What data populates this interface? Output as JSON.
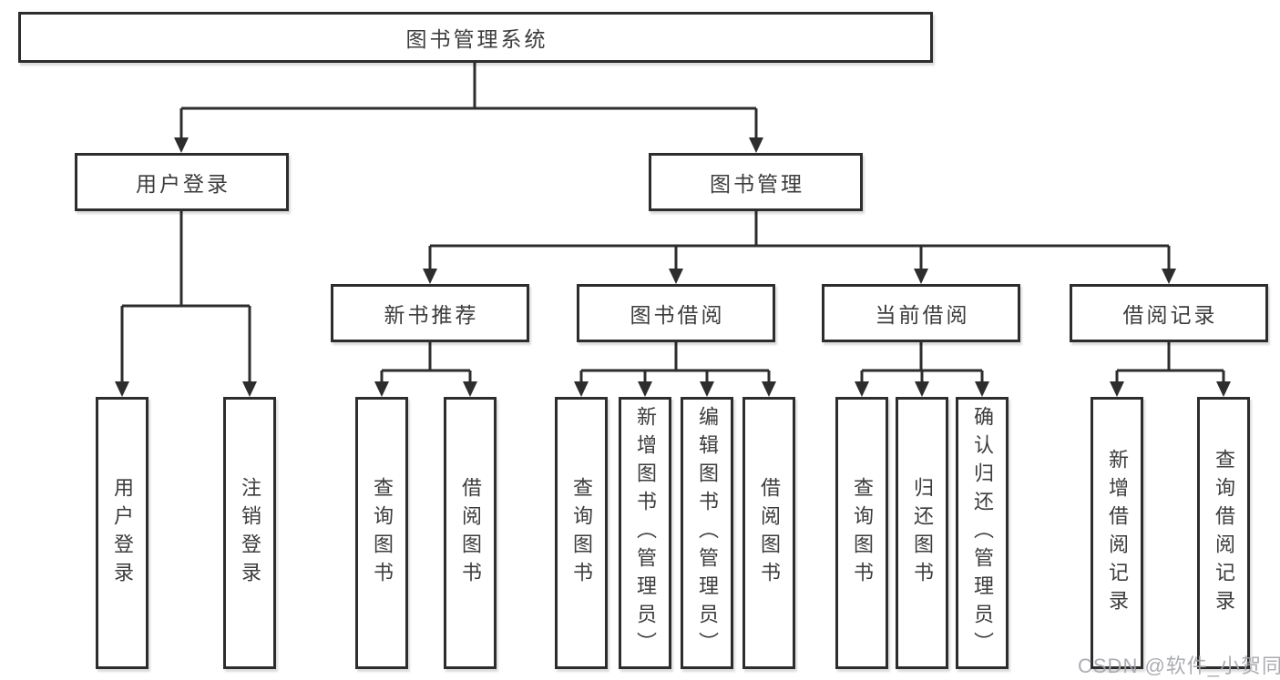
{
  "diagram": {
    "root": "图书管理系统",
    "branches": [
      {
        "label": "用户登录",
        "children": [
          "用户登录",
          "注销登录"
        ]
      },
      {
        "label": "图书管理",
        "children": [
          {
            "label": "新书推荐",
            "children": [
              "查询图书",
              "借阅图书"
            ]
          },
          {
            "label": "图书借阅",
            "children": [
              "查询图书",
              "新增图书（管理员）",
              "编辑图书（管理员）",
              "借阅图书"
            ]
          },
          {
            "label": "当前借阅",
            "children": [
              "查询图书",
              "归还图书",
              "确认归还（管理员）"
            ]
          },
          {
            "label": "借阅记录",
            "children": [
              "新增借阅记录",
              "查询借阅记录"
            ]
          }
        ]
      }
    ]
  },
  "watermark": "CSDN @软件_小贺同学",
  "colors": {
    "line": "#2d2d2d",
    "box_border": "#2d2d2d",
    "text": "#3c3c3c",
    "watermark": "#a5a6ac",
    "background": "#ffffff"
  }
}
